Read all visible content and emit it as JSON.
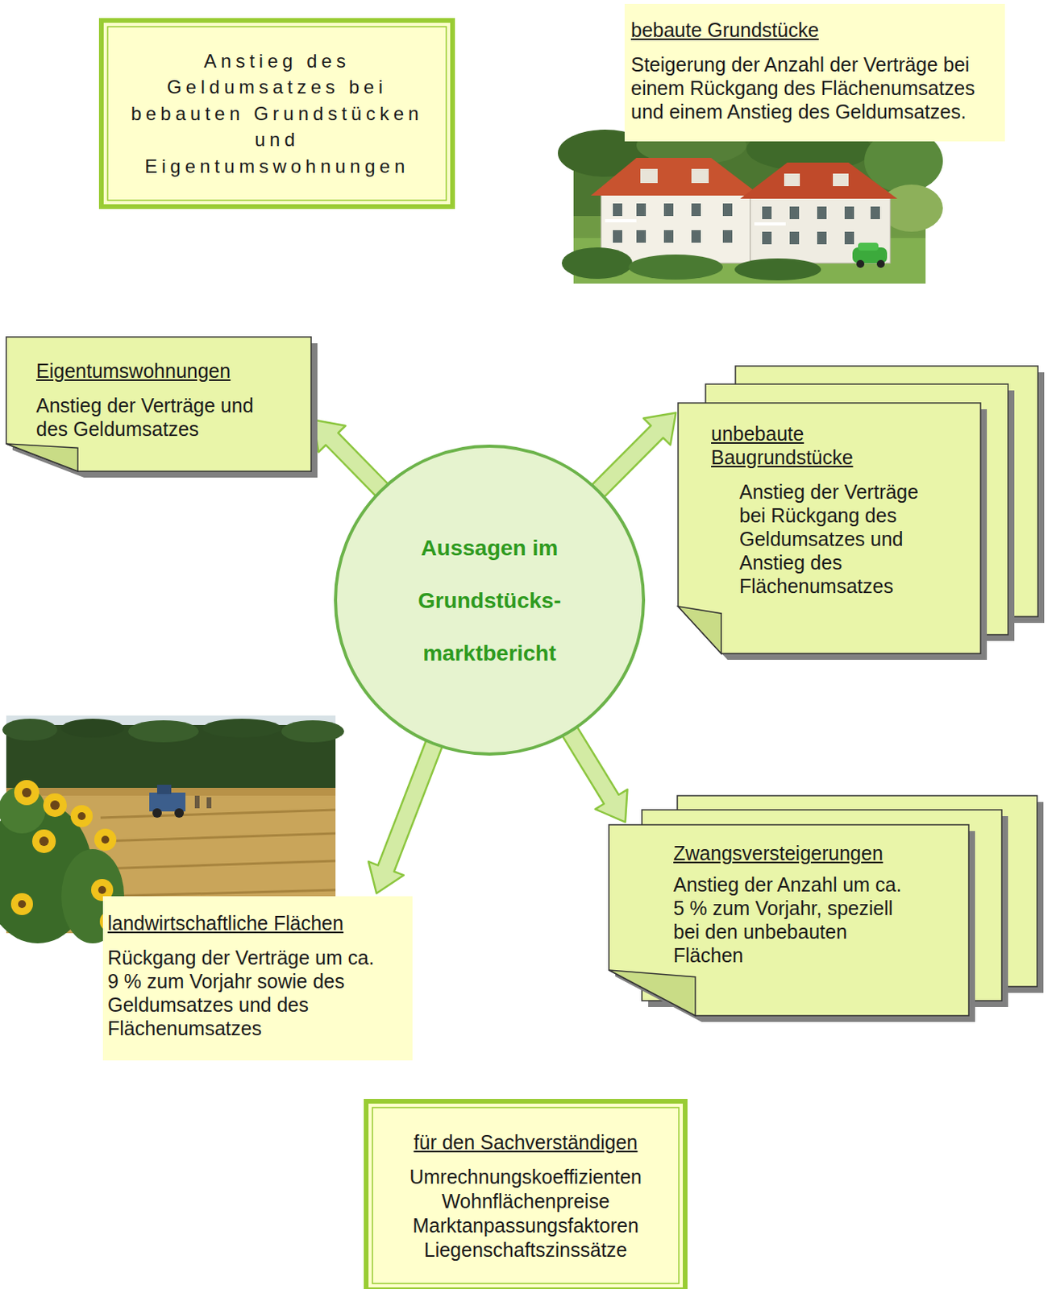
{
  "diagram": {
    "nodes": [
      {
        "text": [
          "Anstieg des Geldumsatzes bei bebauten Grundstücken und Eigentumswohnungen"
        ]
      },
      {
        "text": [
          "bebaute Grundstücke",
          "Steigerung der Anzahl der Verträge bei einem Rückgang des Flächenumsatzes und einem Anstieg des Geldumsatzes."
        ]
      },
      {
        "text": [
          "Eigentumswohnungen",
          "Anstieg der Verträge und des Geldumsatzes"
        ]
      },
      {
        "text": [
          "unbebaute Baugrundstücke",
          "Anstieg der Verträge bei Rückgang des Geldumsatzes und Anstieg des Flächenumsatzes"
        ]
      },
      {
        "text": [
          "Aussagen im Grundstücks- marktbericht"
        ]
      },
      {
        "text": [
          "landwirtschaftliche Flächen",
          "Rückgang der Verträge um ca. 9 % zum Vorjahr sowie des Geldumsatzes und des Flächenumsatzes"
        ]
      },
      {
        "text": [
          "Zwangsversteigerungen",
          "Anstieg der Anzahl um ca. 5 % zum Vorjahr, speziell bei den unbebauten Flächen"
        ]
      },
      {
        "text": [
          "für den Sachverständigen",
          "Umrechnungskoeffizienten",
          "Wohnflächenpreise",
          "Marktanpassungsfaktoren",
          "Liegenschaftszinssätze"
        ]
      }
    ],
    "edges": [
      {
        "from": 4,
        "to": 2,
        "arrow": "to"
      },
      {
        "from": 4,
        "to": 3,
        "arrow": "to"
      },
      {
        "from": 4,
        "to": 5,
        "arrow": "to"
      },
      {
        "from": 4,
        "to": 6,
        "arrow": "to"
      }
    ]
  }
}
